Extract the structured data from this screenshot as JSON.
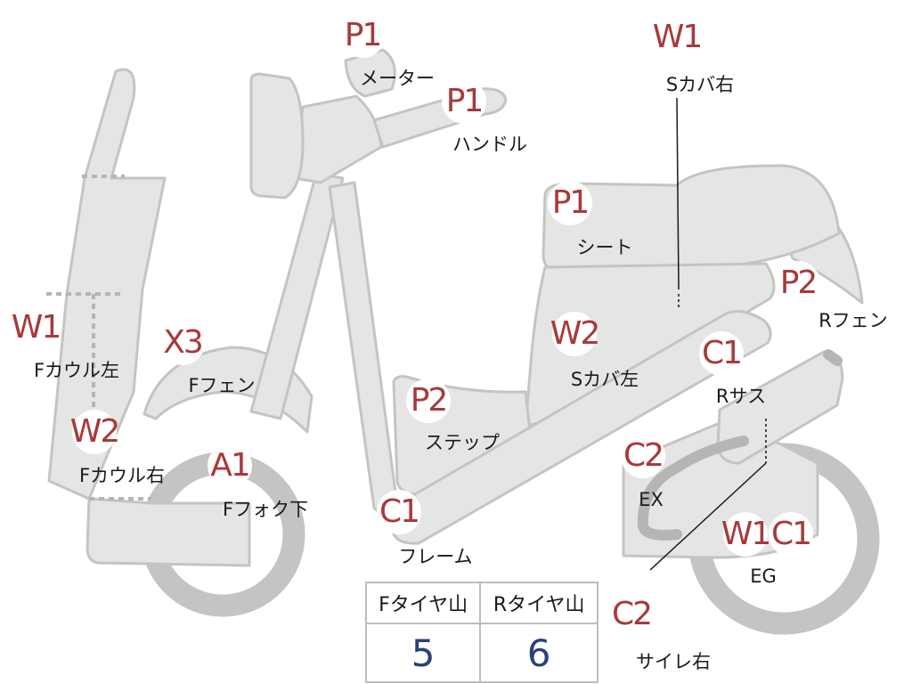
{
  "parts": [
    {
      "id": "meter",
      "code": "P1",
      "label": "メーター"
    },
    {
      "id": "handle",
      "code": "P1",
      "label": "ハンドル"
    },
    {
      "id": "s-cover-right",
      "code": "W1",
      "label": "Sカバ右"
    },
    {
      "id": "seat",
      "code": "P1",
      "label": "シート"
    },
    {
      "id": "r-fender",
      "code": "P2",
      "label": "Rフェン"
    },
    {
      "id": "f-cowl-left",
      "code": "W1",
      "label": "Fカウル左"
    },
    {
      "id": "f-fender",
      "code": "X3",
      "label": "Fフェン"
    },
    {
      "id": "s-cover-left",
      "code": "W2",
      "label": "Sカバ左"
    },
    {
      "id": "r-suspension",
      "code": "C1",
      "label": "Rサス"
    },
    {
      "id": "step",
      "code": "P2",
      "label": "ステップ"
    },
    {
      "id": "f-cowl-right",
      "code": "W2",
      "label": "Fカウル右"
    },
    {
      "id": "f-fork-lower",
      "code": "A1",
      "label": "Fフォク下"
    },
    {
      "id": "exhaust",
      "code": "C2",
      "label": "EX"
    },
    {
      "id": "frame",
      "code": "C1",
      "label": "フレーム"
    },
    {
      "id": "engine",
      "code": "W1",
      "code2": "C1",
      "label": "EG"
    },
    {
      "id": "silencer-right",
      "code": "C2",
      "label": "サイレ右"
    }
  ],
  "tire_table": {
    "headers": [
      "Fタイヤ山",
      "Rタイヤ山"
    ],
    "values": [
      "5",
      "6"
    ]
  },
  "colors": {
    "body_fill": "#e5e5e3",
    "body_stroke": "#c4c4c2",
    "code_text": "#a8393a",
    "value_text": "#2b3f7a",
    "exhaust": "#b5b5b3"
  }
}
